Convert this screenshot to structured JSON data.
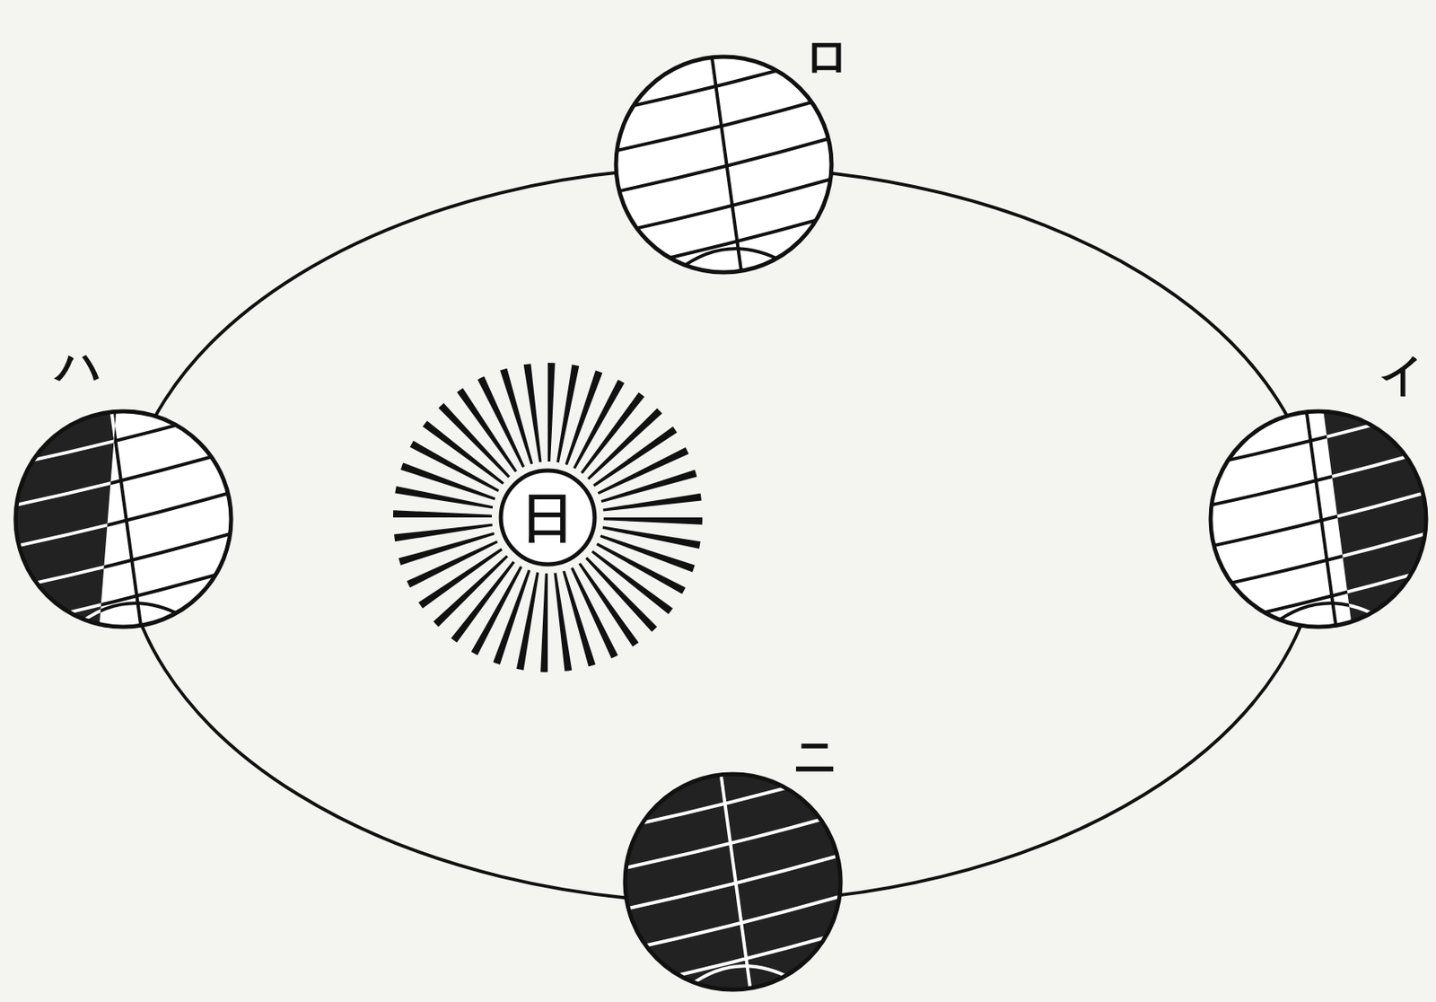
{
  "diagram": {
    "nodes": [
      {
        "text": [
          "日"
        ]
      }
    ],
    "labels": [
      "ロ",
      "ハ",
      "イ",
      "ニ"
    ]
  }
}
